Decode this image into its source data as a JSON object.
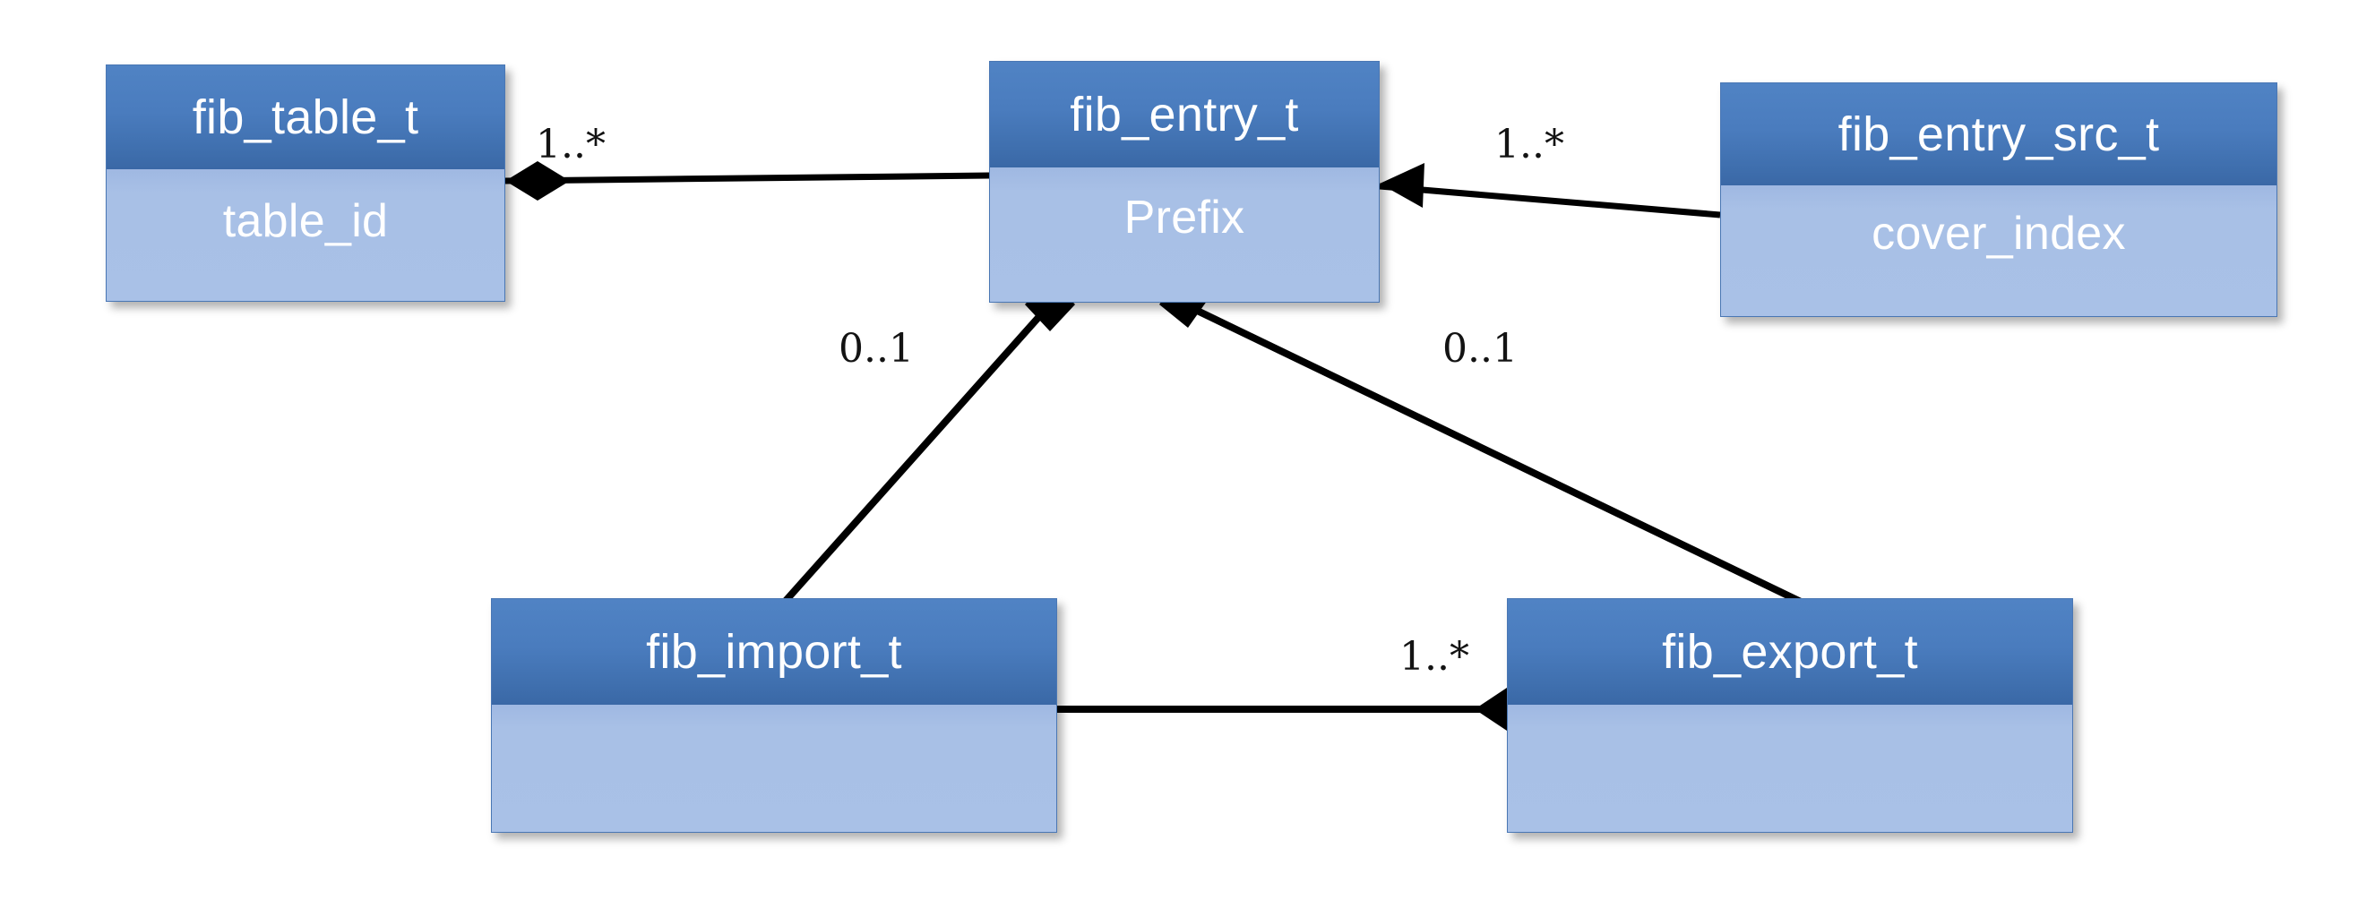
{
  "diagram": {
    "type": "uml-class-diagram",
    "background_color": "#ffffff",
    "palette": {
      "header_top": "#5083c4",
      "header_bottom": "#3a68a6",
      "body": "#a9c1e7",
      "border": "#4a77b4",
      "header_text": "#ffffff",
      "body_text": "#ffffff",
      "connector": "#000000",
      "label_text": "#131313"
    },
    "classes": [
      {
        "id": "fib_table_t",
        "title": "fib_table_t",
        "attributes": [
          "table_id"
        ]
      },
      {
        "id": "fib_entry_t",
        "title": "fib_entry_t",
        "attributes": [
          "Prefix"
        ]
      },
      {
        "id": "fib_entry_src_t",
        "title": "fib_entry_src_t",
        "attributes": [
          "cover_index"
        ]
      },
      {
        "id": "fib_import_t",
        "title": "fib_import_t",
        "attributes": []
      },
      {
        "id": "fib_export_t",
        "title": "fib_export_t",
        "attributes": []
      }
    ],
    "relationships": [
      {
        "id": "fib_table_t-fib_entry_t",
        "from": "fib_table_t",
        "to": "fib_entry_t",
        "from_marker": "filled-diamond",
        "to_marker": "none",
        "multiplicity": "1..*"
      },
      {
        "id": "fib_entry_t-fib_entry_src_t",
        "from": "fib_entry_t",
        "to": "fib_entry_src_t",
        "from_marker": "filled-arrow",
        "to_marker": "none",
        "multiplicity": "1..*"
      },
      {
        "id": "fib_entry_t-fib_import_t",
        "from": "fib_entry_t",
        "to": "fib_import_t",
        "from_marker": "filled-diamond",
        "to_marker": "none",
        "multiplicity": "0..1"
      },
      {
        "id": "fib_entry_t-fib_export_t",
        "from": "fib_entry_t",
        "to": "fib_export_t",
        "from_marker": "filled-diamond",
        "to_marker": "none",
        "multiplicity": "0..1"
      },
      {
        "id": "fib_import_t-fib_export_t",
        "from": "fib_import_t",
        "to": "fib_export_t",
        "from_marker": "none",
        "to_marker": "filled-diamond",
        "multiplicity": "1..*"
      }
    ],
    "labels": {
      "table_entry": "1..*",
      "entry_src": "1..*",
      "entry_import": "0..1",
      "entry_export": "0..1",
      "import_export": "1..*"
    }
  }
}
